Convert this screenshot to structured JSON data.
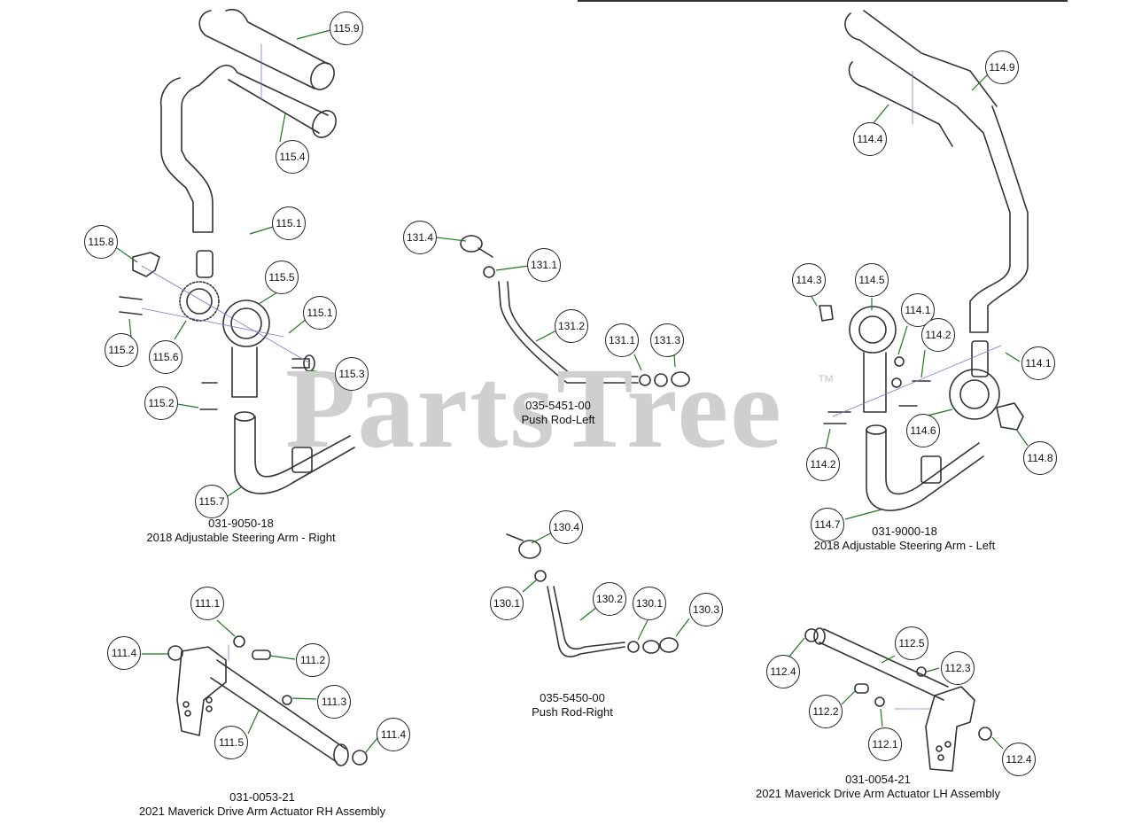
{
  "watermark": {
    "text": "PartsTree",
    "tm": "™"
  },
  "assemblies": [
    {
      "id": "steer-right",
      "part_number": "031-9050-18",
      "title": "2018 Adjustable Steering Arm - Right"
    },
    {
      "id": "pushrod-left",
      "part_number": "035-5451-00",
      "title": "Push Rod-Left"
    },
    {
      "id": "steer-left",
      "part_number": "031-9000-18",
      "title": "2018 Adjustable Steering Arm - Left"
    },
    {
      "id": "pushrod-right",
      "part_number": "035-5450-00",
      "title": "Push Rod-Right"
    },
    {
      "id": "actuator-rh",
      "part_number": "031-0053-21",
      "title": "2021 Maverick Drive Arm Actuator RH Assembly"
    },
    {
      "id": "actuator-lh",
      "part_number": "031-0054-21",
      "title": "2021 Maverick Drive Arm Actuator LH Assembly"
    }
  ],
  "callouts": [
    "115.9",
    "115.4",
    "115.1",
    "115.8",
    "115.5",
    "115.1",
    "115.2",
    "115.6",
    "115.3",
    "115.2",
    "115.7",
    "131.4",
    "131.1",
    "131.2",
    "131.1",
    "131.3",
    "114.9",
    "114.4",
    "114.3",
    "114.5",
    "114.1",
    "114.2",
    "114.1",
    "114.6",
    "114.8",
    "114.2",
    "114.7",
    "130.4",
    "130.1",
    "130.2",
    "130.1",
    "130.3",
    "111.1",
    "111.4",
    "111.2",
    "111.3",
    "111.5",
    "111.4",
    "112.5",
    "112.4",
    "112.3",
    "112.2",
    "112.1",
    "112.4"
  ]
}
